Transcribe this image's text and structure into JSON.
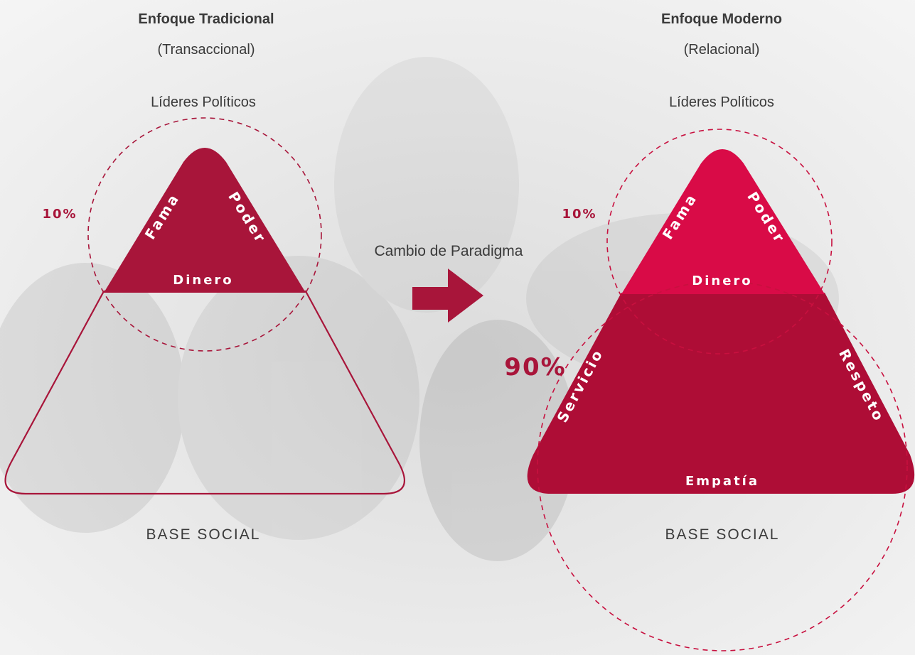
{
  "left": {
    "title": "Enfoque Tradicional",
    "subtitle": "(Transaccional)",
    "top_label": "Líderes Políticos",
    "top_percent": "10%",
    "words": {
      "left": "Fama",
      "right": "Poder",
      "bottom": "Dinero"
    },
    "base_label": "BASE SOCIAL"
  },
  "middle": {
    "label": "Cambio de Paradigma"
  },
  "right": {
    "title": "Enfoque Moderno",
    "subtitle": "(Relacional)",
    "top_label": "Líderes Políticos",
    "top_percent": "10%",
    "bottom_percent": "90%",
    "words": {
      "left": "Fama",
      "right": "Poder",
      "bottom": "Dinero"
    },
    "base_words": {
      "left": "Servicio",
      "right": "Respeto",
      "bottom": "Empatía"
    },
    "base_label": "BASE SOCIAL"
  },
  "colors": {
    "dark_red": "#a8153a",
    "bright_red": "#d90b47",
    "base_red": "#ae0d36",
    "text": "#3a3a3a"
  }
}
